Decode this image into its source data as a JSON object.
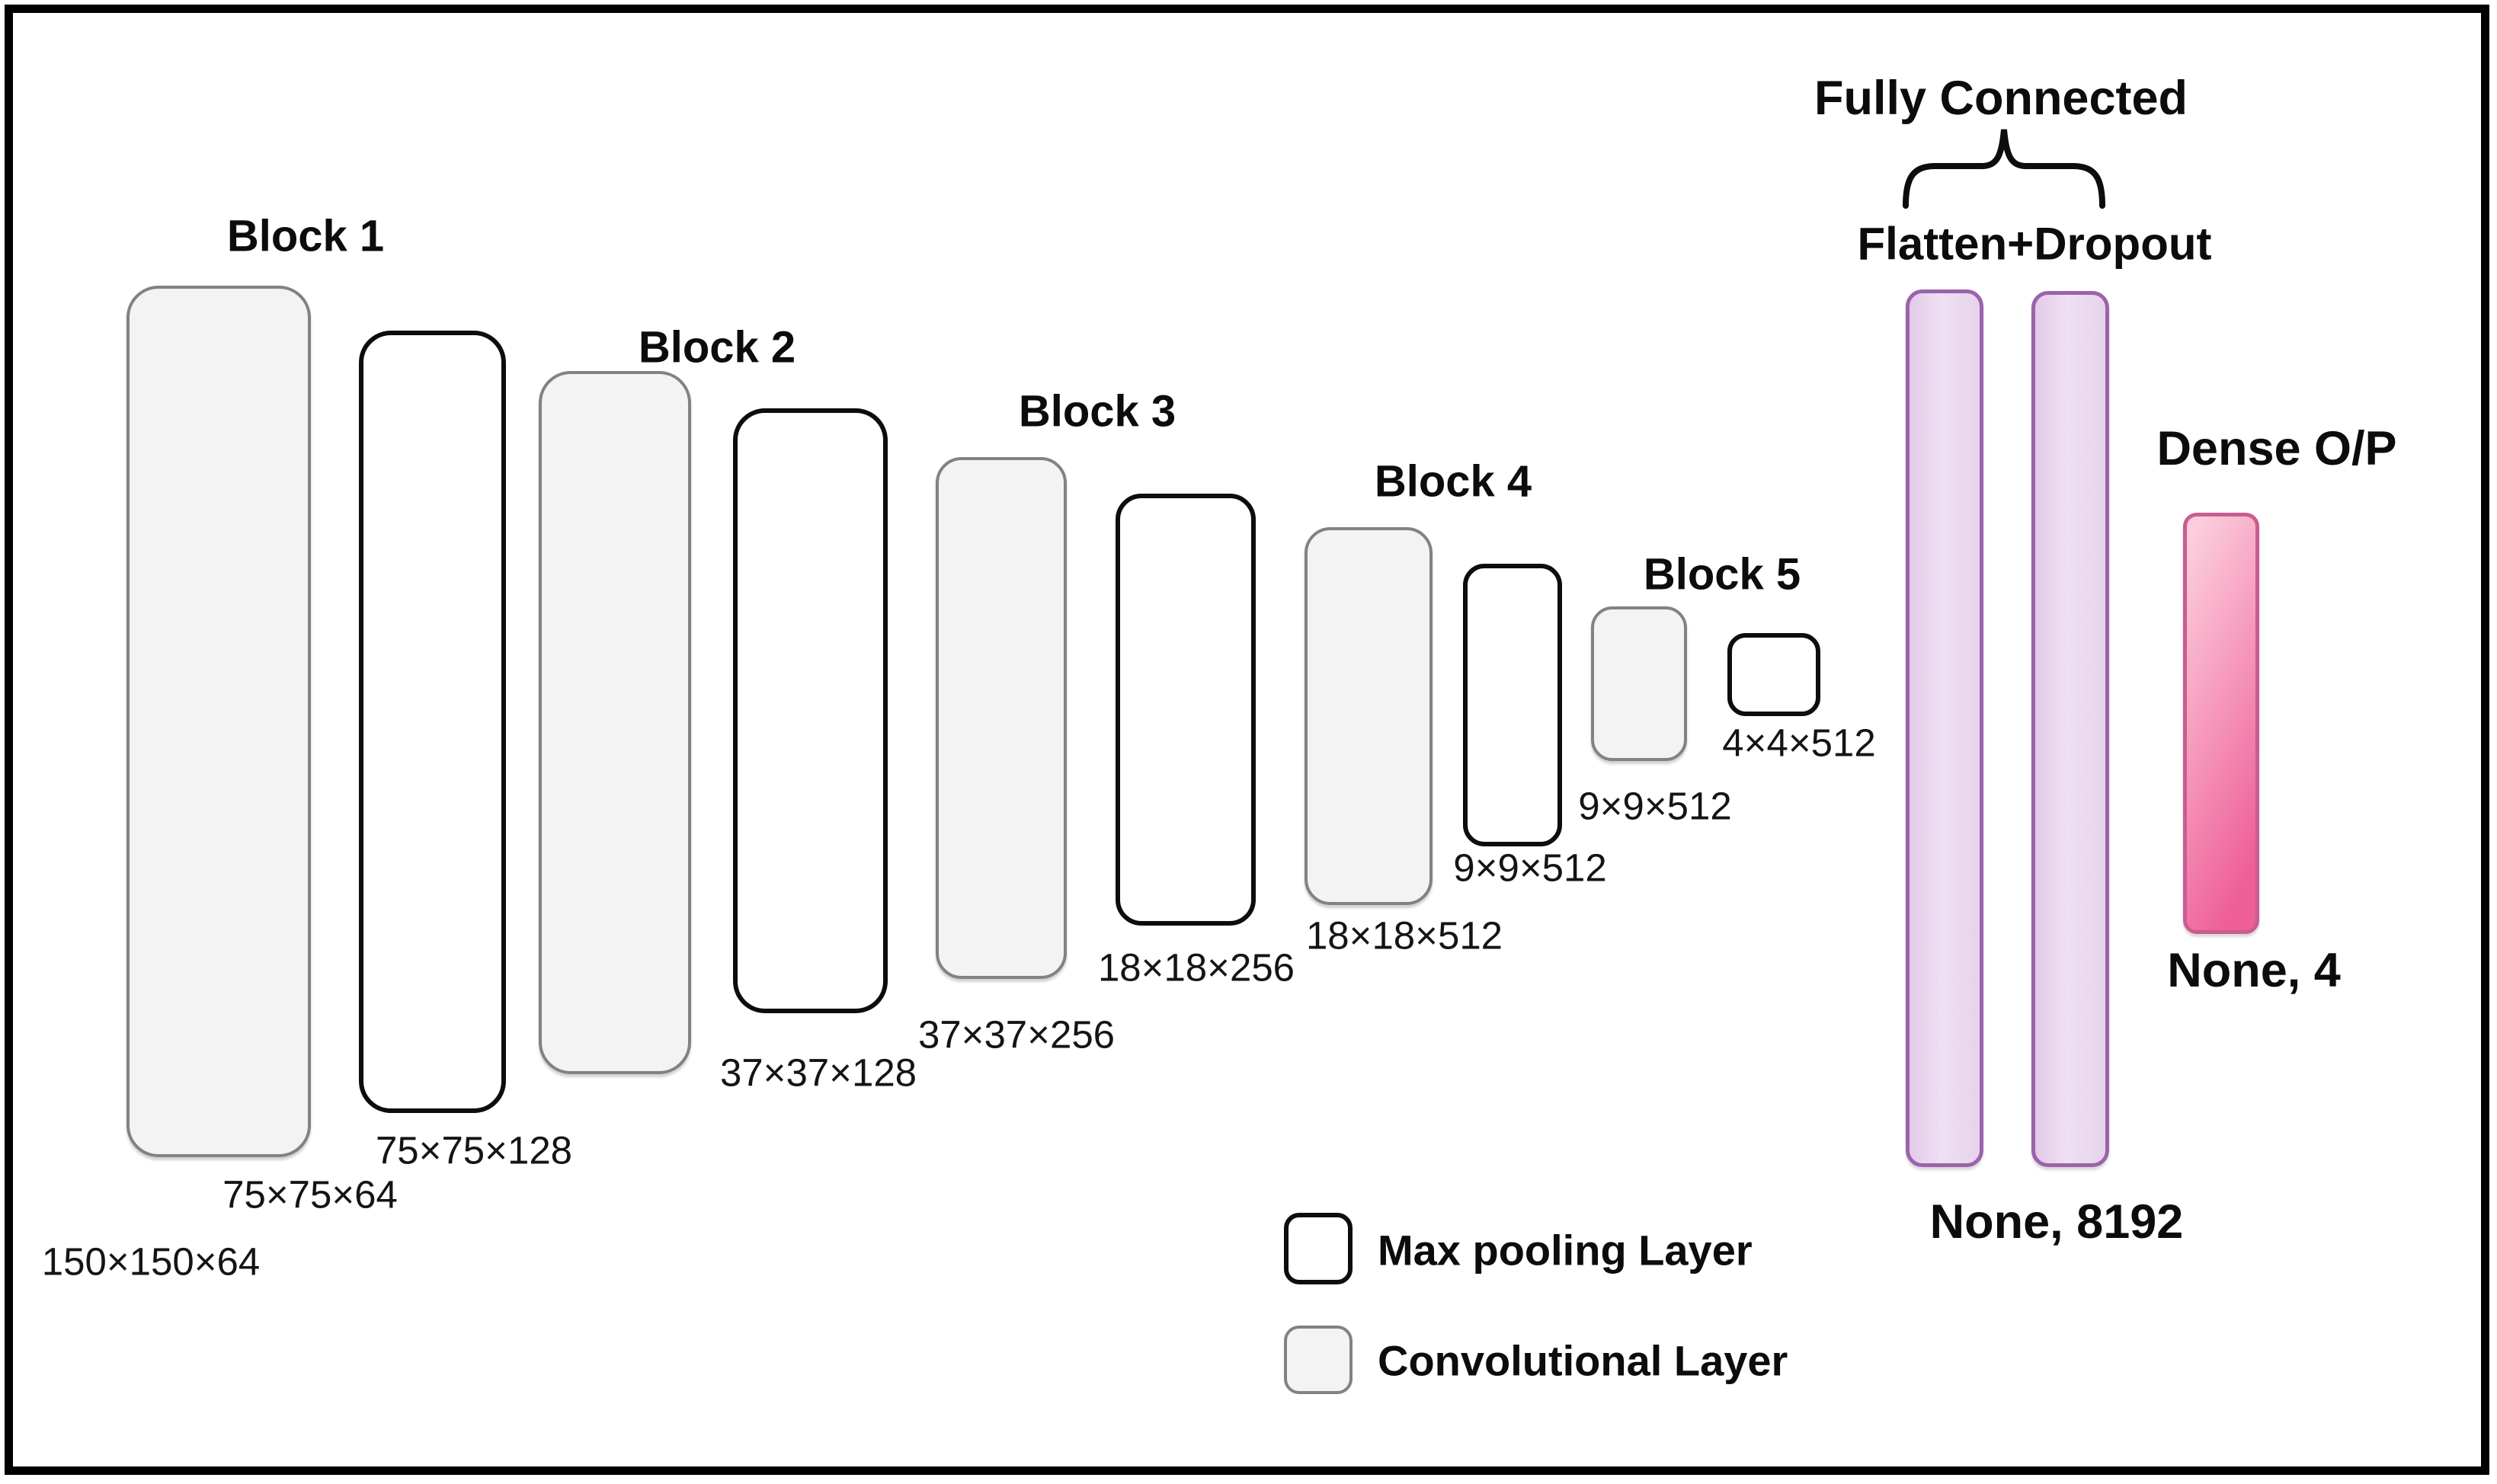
{
  "diagram": {
    "blocks": [
      {
        "title": "Block 1"
      },
      {
        "title": "Block 2"
      },
      {
        "title": "Block 3"
      },
      {
        "title": "Block 4"
      },
      {
        "title": "Block 5"
      }
    ],
    "layers": [
      {
        "type": "conv",
        "shape": "150×150×64"
      },
      {
        "type": "maxpool",
        "shape": "75×75×64"
      },
      {
        "type": "conv",
        "shape": "75×75×128"
      },
      {
        "type": "maxpool",
        "shape": "37×37×128"
      },
      {
        "type": "conv",
        "shape": "37×37×256"
      },
      {
        "type": "maxpool",
        "shape": "18×18×256"
      },
      {
        "type": "conv",
        "shape": "18×18×512"
      },
      {
        "type": "maxpool",
        "shape": "9×9×512"
      },
      {
        "type": "conv",
        "shape": "9×9×512"
      },
      {
        "type": "maxpool",
        "shape": "4×4×512"
      }
    ],
    "fully_connected": {
      "title": "Fully Connected",
      "sublabel": "Flatten+Dropout",
      "output_shape": "None, 8192"
    },
    "dense_output": {
      "title": "Dense O/P",
      "output_shape": "None, 4"
    },
    "legend": {
      "items": [
        {
          "swatch": "maxpool",
          "label": "Max pooling Layer"
        },
        {
          "swatch": "conv",
          "label": "Convolutional Layer"
        }
      ]
    },
    "colors": {
      "conv_fill": "#f3f3f3",
      "conv_border": "#828282",
      "maxpool_fill": "#ffffff",
      "maxpool_border": "#0d0d0d",
      "fc_fill": "#e6d4ea",
      "fc_border": "#9b63ab",
      "dense_fill_light": "#fccddc",
      "dense_fill_dark": "#ee5f97",
      "dense_border": "#c95d92",
      "text": "#0c0c0c"
    }
  }
}
